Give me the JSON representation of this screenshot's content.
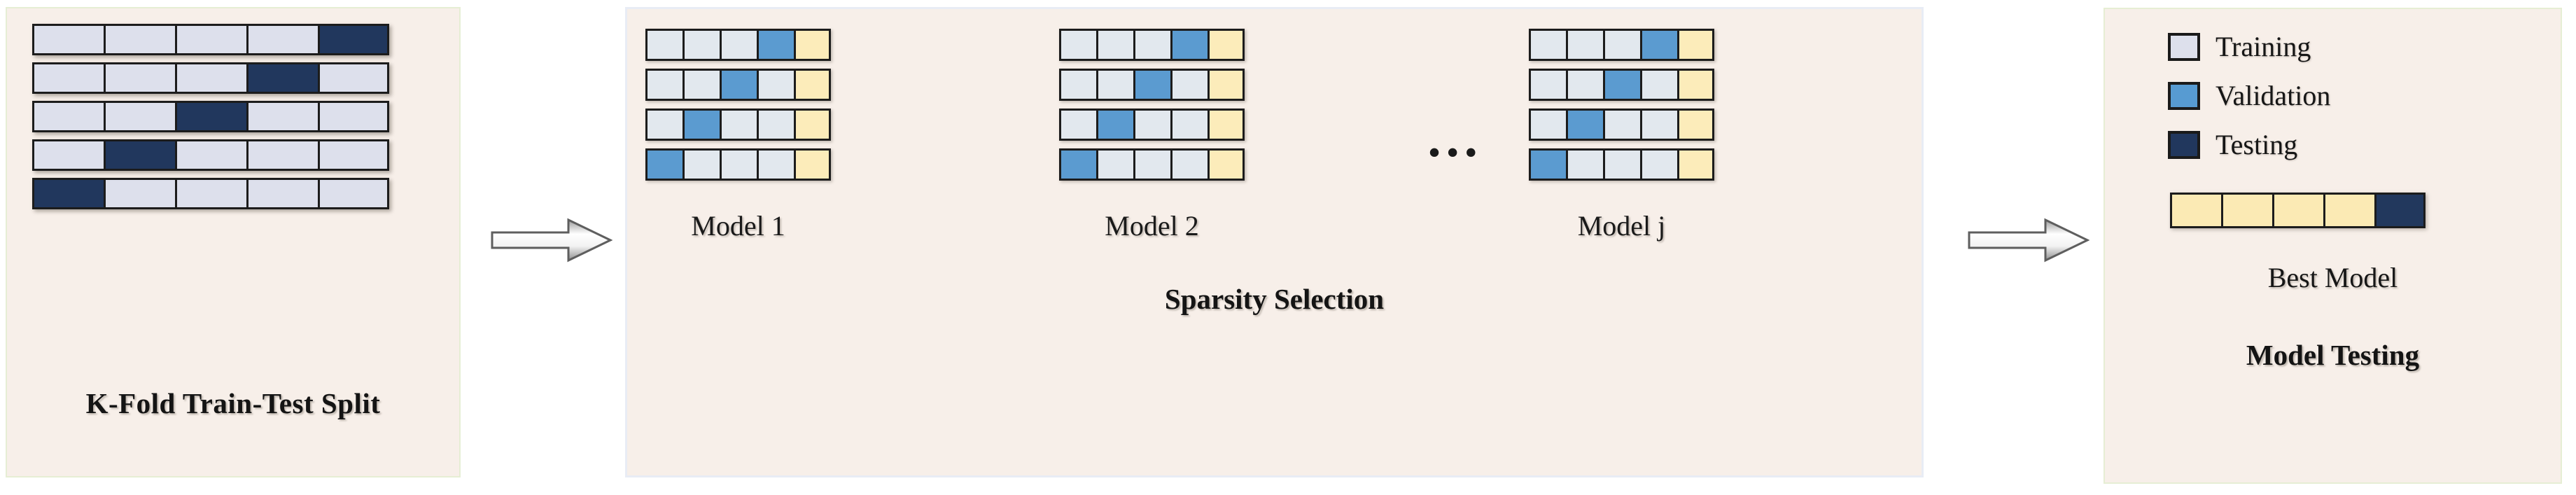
{
  "diagram": {
    "title": "K-Fold cross-validation, sparsity selection and model testing workflow",
    "colors": {
      "background": "#f7efe9",
      "training": "#dde0ec",
      "validation": "#579bd2",
      "testing": "#21375d",
      "holdout_yellow": "#fbedba",
      "cell_border": "#1c1c1c",
      "panel_border_green": "#e6eed4",
      "panel_border_blue": "#e8ecf5"
    }
  },
  "panels": {
    "kfold": {
      "caption": "K-Fold Train-Test Split",
      "rows": 5,
      "cols": 5,
      "matrix": [
        [
          "train",
          "train",
          "train",
          "train",
          "test"
        ],
        [
          "train",
          "train",
          "train",
          "test",
          "train"
        ],
        [
          "train",
          "train",
          "test",
          "train",
          "train"
        ],
        [
          "train",
          "test",
          "train",
          "train",
          "train"
        ],
        [
          "test",
          "train",
          "train",
          "train",
          "train"
        ]
      ]
    },
    "sparsity": {
      "caption": "Sparsity Selection",
      "ellipsis": "•••",
      "models": [
        {
          "label": "Model 1",
          "matrix": [
            [
              "train",
              "train",
              "train",
              "valid",
              "yellow"
            ],
            [
              "train",
              "train",
              "valid",
              "train",
              "yellow"
            ],
            [
              "train",
              "valid",
              "train",
              "train",
              "yellow"
            ],
            [
              "valid",
              "train",
              "train",
              "train",
              "yellow"
            ]
          ]
        },
        {
          "label": "Model 2",
          "matrix": [
            [
              "train",
              "train",
              "train",
              "valid",
              "yellow"
            ],
            [
              "train",
              "train",
              "valid",
              "train",
              "yellow"
            ],
            [
              "train",
              "valid",
              "train",
              "train",
              "yellow"
            ],
            [
              "valid",
              "train",
              "train",
              "train",
              "yellow"
            ]
          ]
        },
        {
          "label": "Model j",
          "matrix": [
            [
              "train",
              "train",
              "train",
              "valid",
              "yellow"
            ],
            [
              "train",
              "train",
              "valid",
              "train",
              "yellow"
            ],
            [
              "train",
              "valid",
              "train",
              "train",
              "yellow"
            ],
            [
              "valid",
              "train",
              "train",
              "train",
              "yellow"
            ]
          ]
        }
      ]
    },
    "testing": {
      "caption": "Model Testing",
      "best_model_label": "Best Model",
      "best_model_bar": [
        "yellow",
        "yellow",
        "yellow",
        "yellow",
        "test"
      ],
      "legend": [
        {
          "label": "Training",
          "swatch": "training",
          "color": "#dde0ec"
        },
        {
          "label": "Validation",
          "swatch": "validation",
          "color": "#579bd2"
        },
        {
          "label": "Testing",
          "swatch": "testing",
          "color": "#21375d"
        }
      ]
    }
  },
  "arrows": [
    {
      "name": "arrow-kfold-to-sparsity",
      "direction": "right"
    },
    {
      "name": "arrow-sparsity-to-testing",
      "direction": "right"
    }
  ]
}
